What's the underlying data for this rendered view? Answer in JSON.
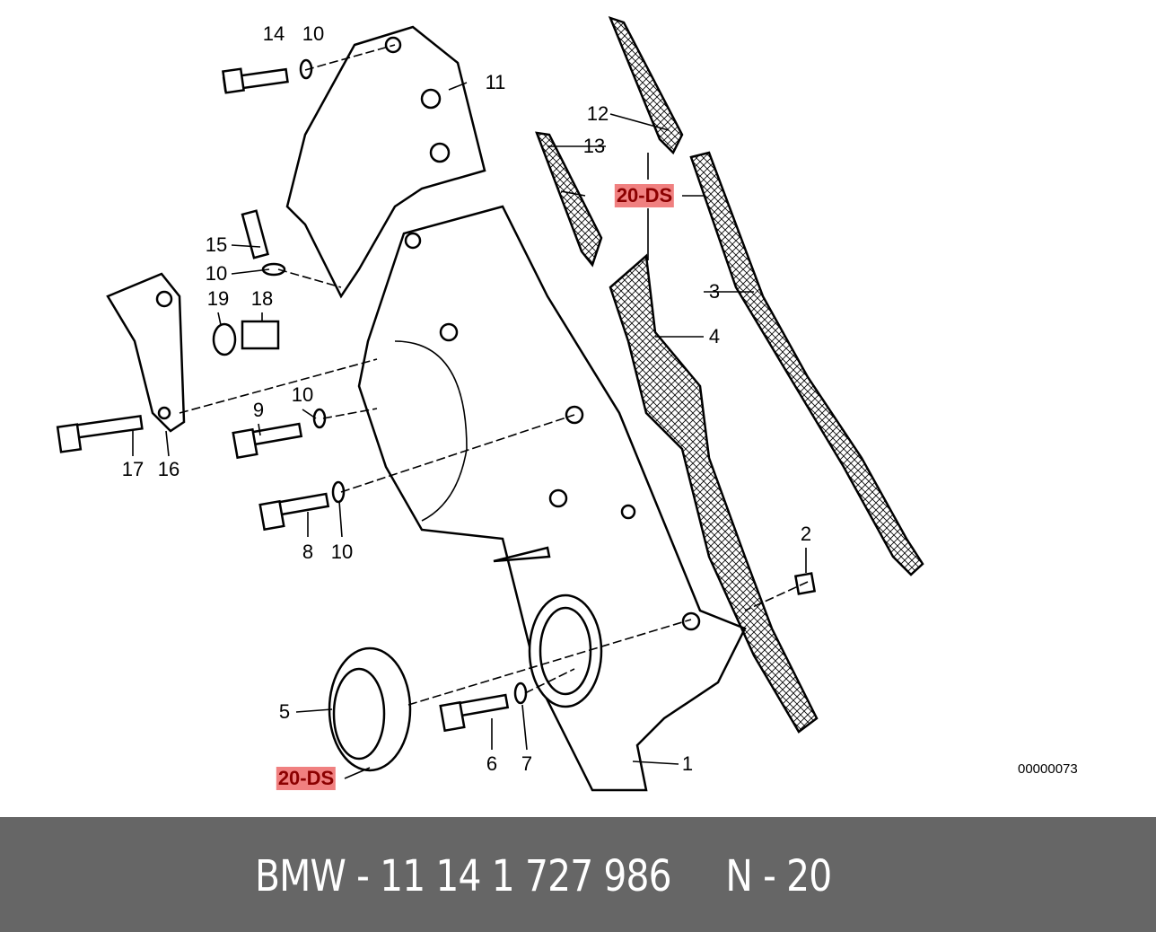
{
  "callouts": {
    "c14": "14",
    "c10a": "10",
    "c11": "11",
    "c12": "12",
    "c13": "13",
    "ds1": "20-DS",
    "c15": "15",
    "c10b": "10",
    "c19": "19",
    "c18": "18",
    "c3": "3",
    "c4": "4",
    "c10c": "10",
    "c9": "9",
    "c17": "17",
    "c16": "16",
    "c2": "2",
    "c8": "8",
    "c10d": "10",
    "c5": "5",
    "c6": "6",
    "c7": "7",
    "c1": "1",
    "ds2": "20-DS"
  },
  "diagram_code": "00000073",
  "footer": {
    "text": "BMW - 11 14 1 727 986     N - 20"
  },
  "colors": {
    "highlight": "#f08080",
    "footer_bg": "#666666"
  }
}
